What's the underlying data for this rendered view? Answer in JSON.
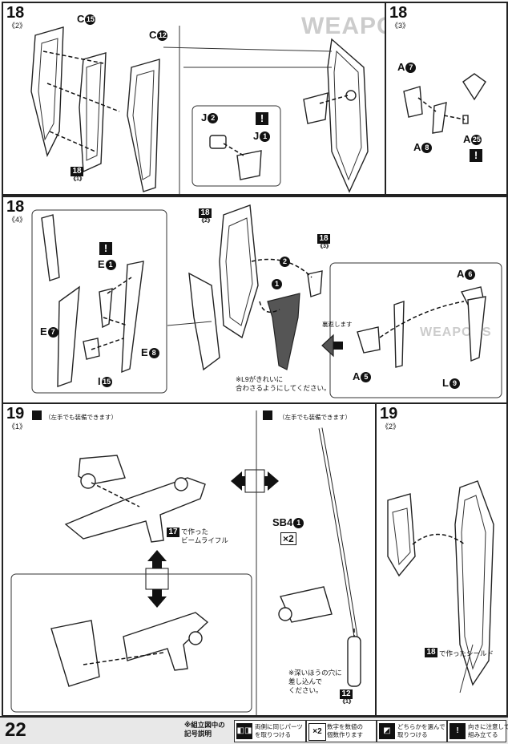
{
  "page_number": "22",
  "background_title": "WEAPONS",
  "background_weapons2": "WEAPONS",
  "steps": {
    "s18_2": {
      "num": "18",
      "sub": "《2》",
      "parts": {
        "c15": {
          "letter": "C",
          "num": "15"
        },
        "c12": {
          "letter": "C",
          "num": "12"
        },
        "j2": {
          "letter": "J",
          "num": "2"
        },
        "j1": {
          "letter": "J",
          "num": "1"
        }
      },
      "ref": {
        "top": "18",
        "bot": "《1》"
      }
    },
    "s18_3": {
      "num": "18",
      "sub": "《3》",
      "parts": {
        "a7": {
          "letter": "A",
          "num": "7"
        },
        "a8": {
          "letter": "A",
          "num": "8"
        },
        "a25": {
          "letter": "A",
          "num": "25"
        }
      }
    },
    "s18_4": {
      "num": "18",
      "sub": "《4》",
      "parts": {
        "e1": {
          "letter": "E",
          "num": "1"
        },
        "e7": {
          "letter": "E",
          "num": "7"
        },
        "e8": {
          "letter": "E",
          "num": "8"
        },
        "i15": {
          "letter": "I",
          "num": "15"
        },
        "a6": {
          "letter": "A",
          "num": "6"
        },
        "a5": {
          "letter": "A",
          "num": "5"
        },
        "l9": {
          "letter": "L",
          "num": "9"
        }
      },
      "ref1": {
        "top": "18",
        "bot": "《2》"
      },
      "ref2": {
        "top": "18",
        "bot": "《3》"
      },
      "note_l9": "※L9がきれいに\n合わさるようにしてください。",
      "flip_note": "裏返します",
      "order1": "1",
      "order2": "2"
    },
    "s19_1": {
      "num": "19",
      "sub": "《1》",
      "left_note": "（左手でも装備できます）",
      "right_note": "（左手でも装備できます）",
      "rifle_ref": "17",
      "rifle_label": "で作った\nビームライフル",
      "sb4": {
        "letter": "SB4",
        "num": "1"
      },
      "x2": "×2",
      "saber_note": "※深いほうの穴に\n差し込んで\nください。",
      "ref12": {
        "top": "12",
        "bot": "《1》"
      }
    },
    "s19_2": {
      "num": "19",
      "sub": "《2》",
      "shield_ref": "18",
      "shield_label": "で作ったシールド"
    }
  },
  "footer": {
    "legend_title": "※組立図中の\n記号説明",
    "items": [
      {
        "icon": "◧◨",
        "text": "両側に同じパーツ\nを取りつける"
      },
      {
        "icon": "×2",
        "text": "数字を数値の\n個数作ります"
      },
      {
        "icon": "◩",
        "text": "どちらかを選んで\n取りつける"
      },
      {
        "icon": "!",
        "text": "向きに注意して\n組み立てる"
      }
    ]
  }
}
